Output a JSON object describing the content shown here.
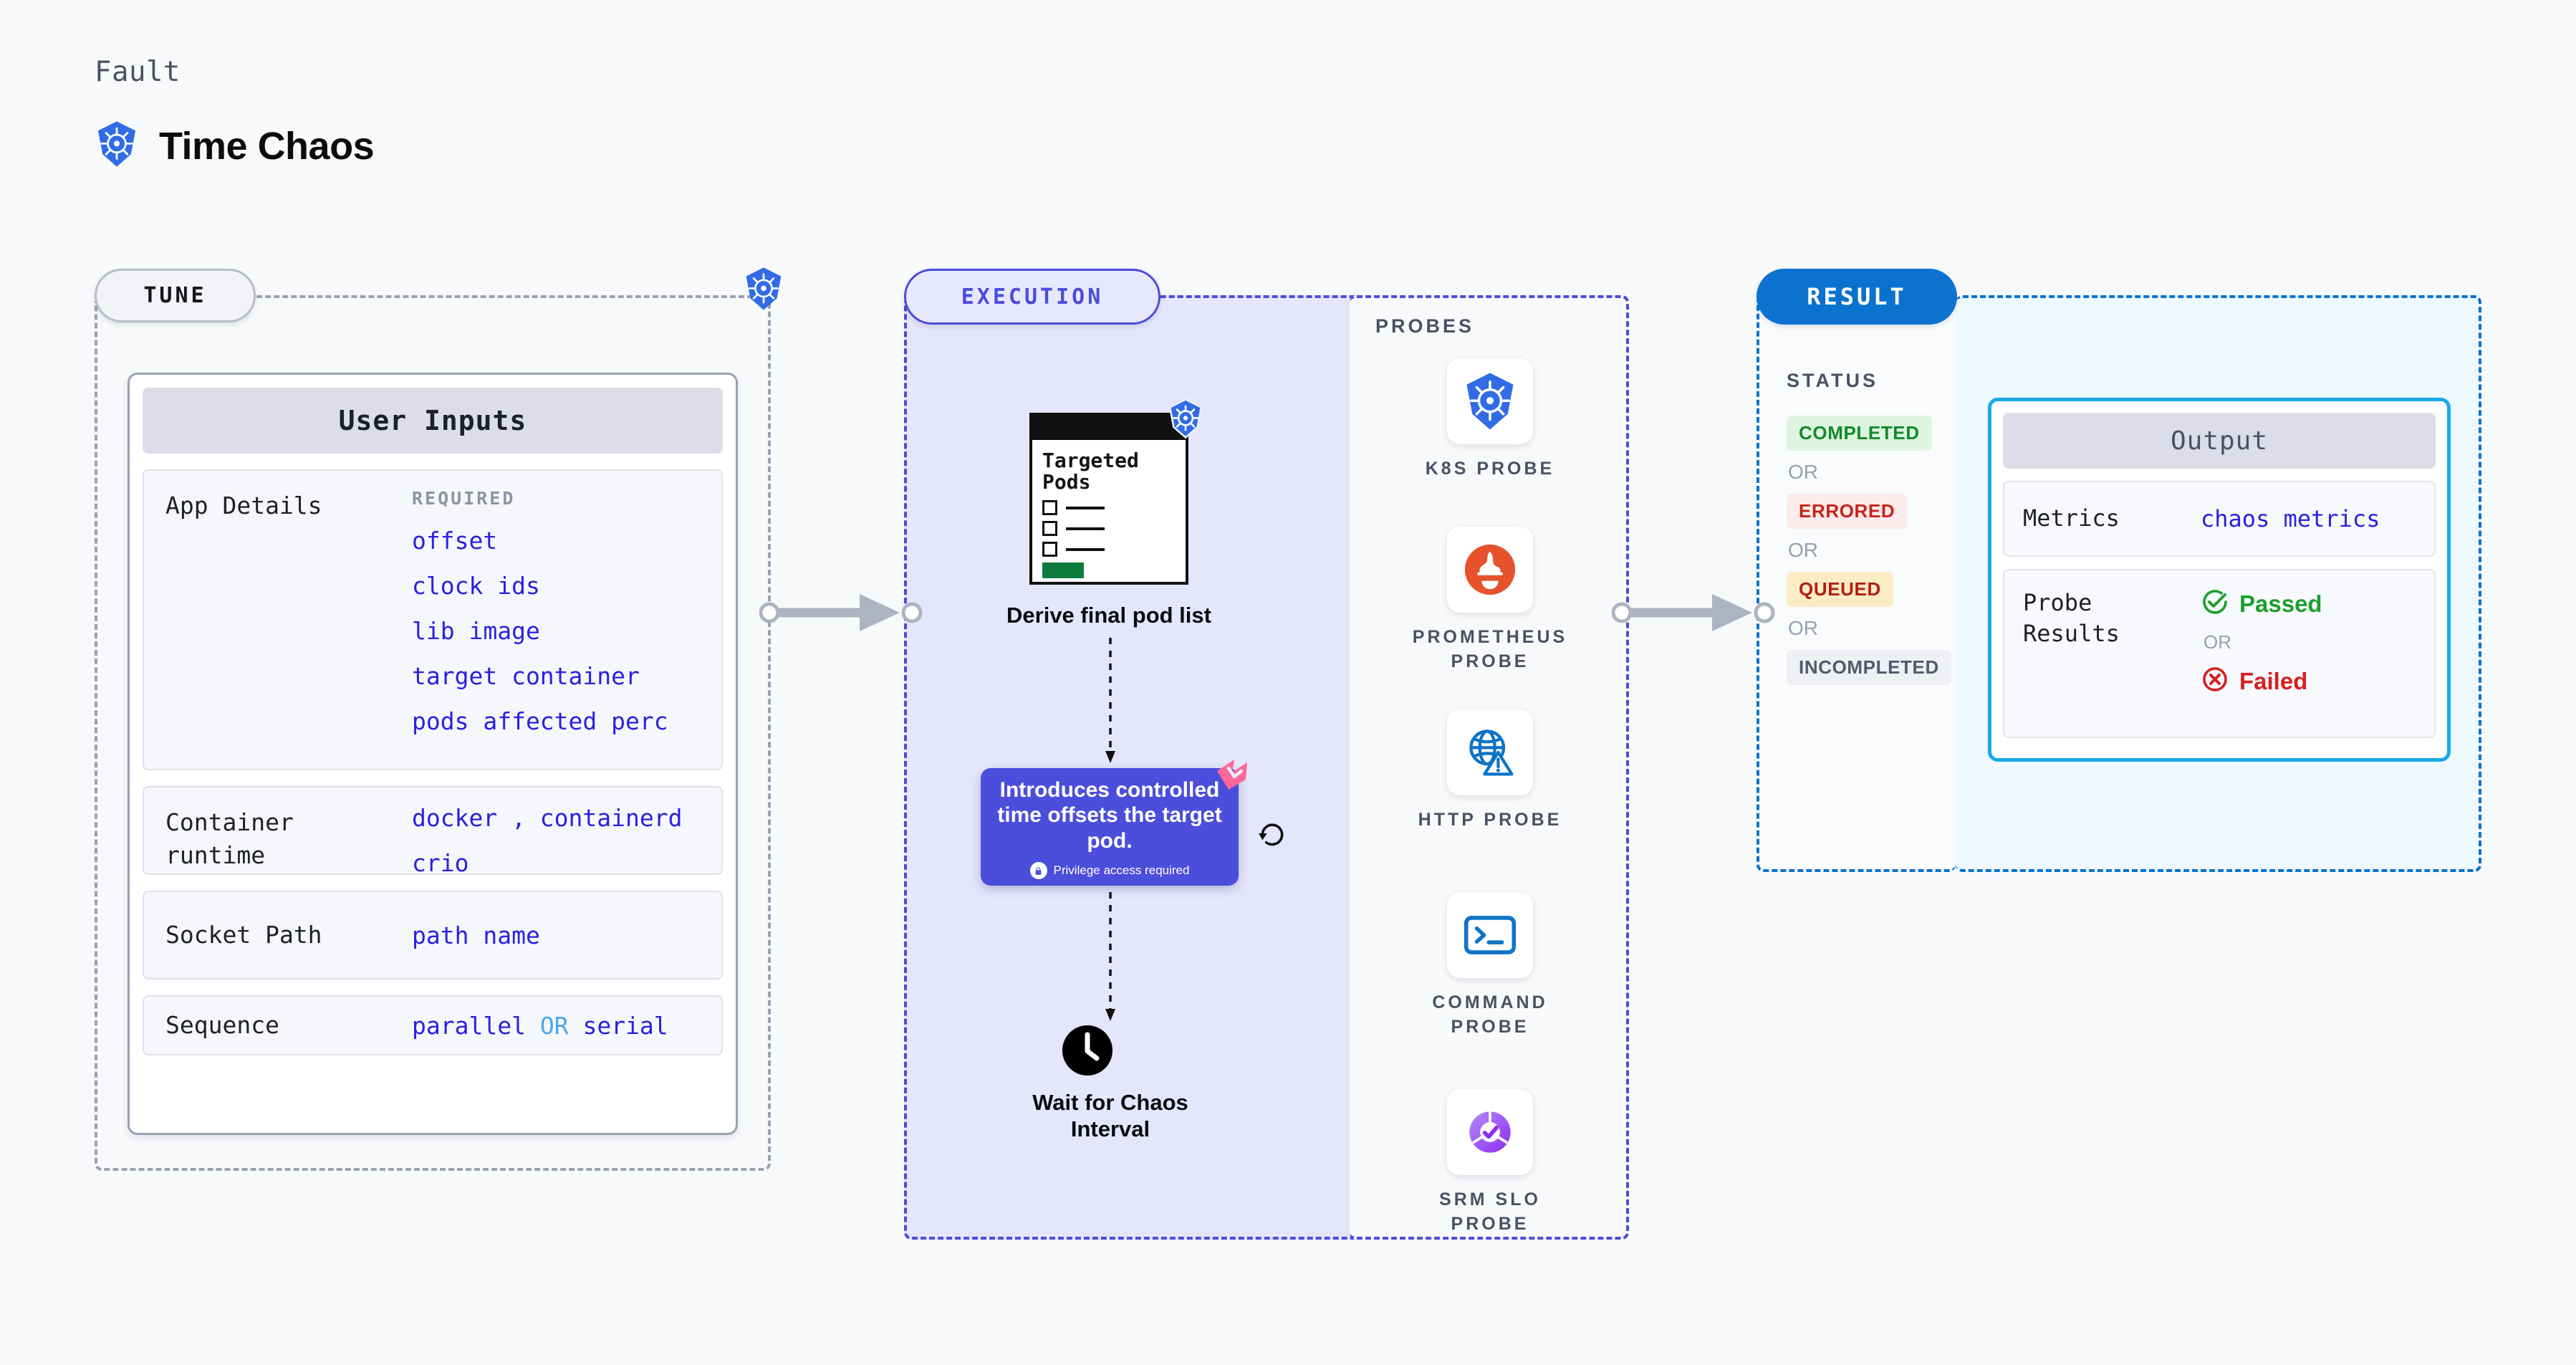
{
  "header": {
    "eyebrow": "Fault",
    "title": "Time Chaos",
    "icon": "kubernetes-icon"
  },
  "sections": {
    "tune": {
      "pill": "TUNE"
    },
    "execution": {
      "pill": "EXECUTION"
    },
    "result": {
      "pill": "RESULT"
    }
  },
  "tune": {
    "card_title": "User Inputs",
    "rows": [
      {
        "label": "App Details",
        "required_label": "REQUIRED",
        "values": [
          "offset",
          "clock ids",
          "lib image",
          "target container",
          "pods affected perc"
        ]
      },
      {
        "label": "Container runtime",
        "values": [
          "docker , containerd",
          "crio"
        ]
      },
      {
        "label": "Socket Path",
        "values": [
          "path name"
        ]
      },
      {
        "label": "Sequence",
        "values_parts": {
          "first": "parallel",
          "or": "OR",
          "second": "serial"
        }
      }
    ]
  },
  "execution": {
    "pods_card": {
      "title_line1": "Targeted",
      "title_line2": "Pods",
      "icon": "kubernetes-icon"
    },
    "node1_caption": "Derive final pod list",
    "tooltip": {
      "text": "Introduces controlled time offsets the target pod.",
      "privilege_note": "Privilege access required",
      "corner_icon": "litmus-chaos-icon",
      "lock_icon": "lock-icon"
    },
    "refresh_icon": "refresh-icon",
    "node2_caption_line1": "Wait for Chaos",
    "node2_caption_line2": "Interval",
    "node2_icon": "clock-icon"
  },
  "probes": {
    "title": "PROBES",
    "items": [
      {
        "label": "K8S PROBE",
        "icon": "kubernetes-icon"
      },
      {
        "label": "PROMETHEUS PROBE",
        "icon": "prometheus-icon"
      },
      {
        "label": "HTTP PROBE",
        "icon": "globe-warning-icon"
      },
      {
        "label": "COMMAND PROBE",
        "icon": "terminal-icon"
      },
      {
        "label": "SRM SLO PROBE",
        "icon": "slo-check-icon"
      }
    ]
  },
  "result": {
    "status_title": "STATUS",
    "or_label": "OR",
    "statuses": [
      "COMPLETED",
      "ERRORED",
      "QUEUED",
      "INCOMPLETED"
    ]
  },
  "output": {
    "card_title": "Output",
    "metrics_label": "Metrics",
    "metrics_value": "chaos metrics",
    "probe_results_label": "Probe Results",
    "passed_label": "Passed",
    "failed_label": "Failed",
    "or_label": "OR",
    "passed_icon": "check-circle-icon",
    "failed_icon": "x-circle-icon"
  },
  "colors": {
    "tune_accent": "#9aa1b1",
    "execution_accent": "#4b4ddb",
    "result_accent": "#0b72cf",
    "output_accent": "#16aae8",
    "value_blue": "#2a20e0",
    "or_blue": "#4aa7ee",
    "kubernetes_blue": "#326ce5",
    "prometheus_orange": "#e6522c",
    "passed_green": "#1aa02c",
    "failed_red": "#d61f1f",
    "litmus_pink": "#ff6699"
  }
}
